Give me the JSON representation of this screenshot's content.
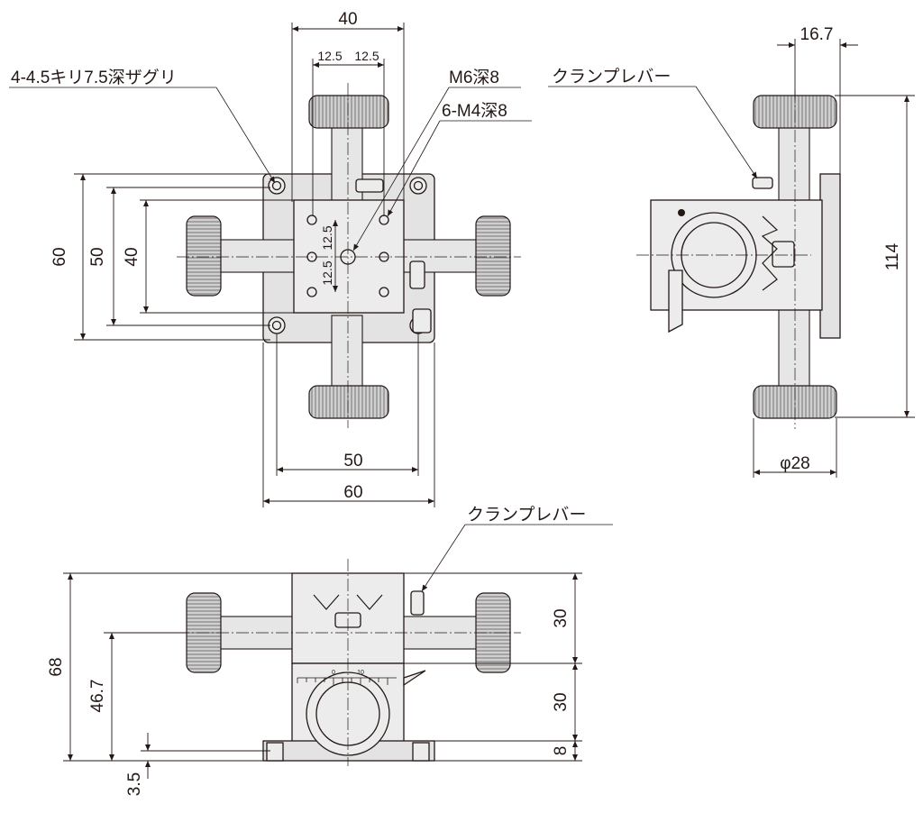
{
  "top_view": {
    "dim_overall_width_top": "40",
    "dim_hole_pitch_left": "12.5",
    "dim_hole_pitch_right": "12.5",
    "callout_counterbore": "4-4.5キリ7.5深ザグリ",
    "callout_center_tap": "M6深8",
    "callout_tapped_holes": "6-M4深8",
    "dim_height_60": "60",
    "dim_height_50": "50",
    "dim_height_40": "40",
    "dim_vertical_pitch_top": "12.5",
    "dim_vertical_pitch_bottom": "12.5",
    "dim_width_50": "50",
    "dim_width_60": "60"
  },
  "side_view": {
    "callout_clamp_lever": "クランプレバー",
    "dim_knob_offset": "16.7",
    "dim_total_length": "114",
    "dim_knob_diameter": "φ28"
  },
  "front_view": {
    "callout_clamp_lever": "クランプレバー",
    "dim_total_height": "68",
    "dim_center_height": "46.7",
    "dim_base_offset": "3.5",
    "dim_upper_stage": "30",
    "dim_lower_stage": "30",
    "dim_base": "8",
    "scale_zero": "0",
    "scale_ten": "10"
  }
}
